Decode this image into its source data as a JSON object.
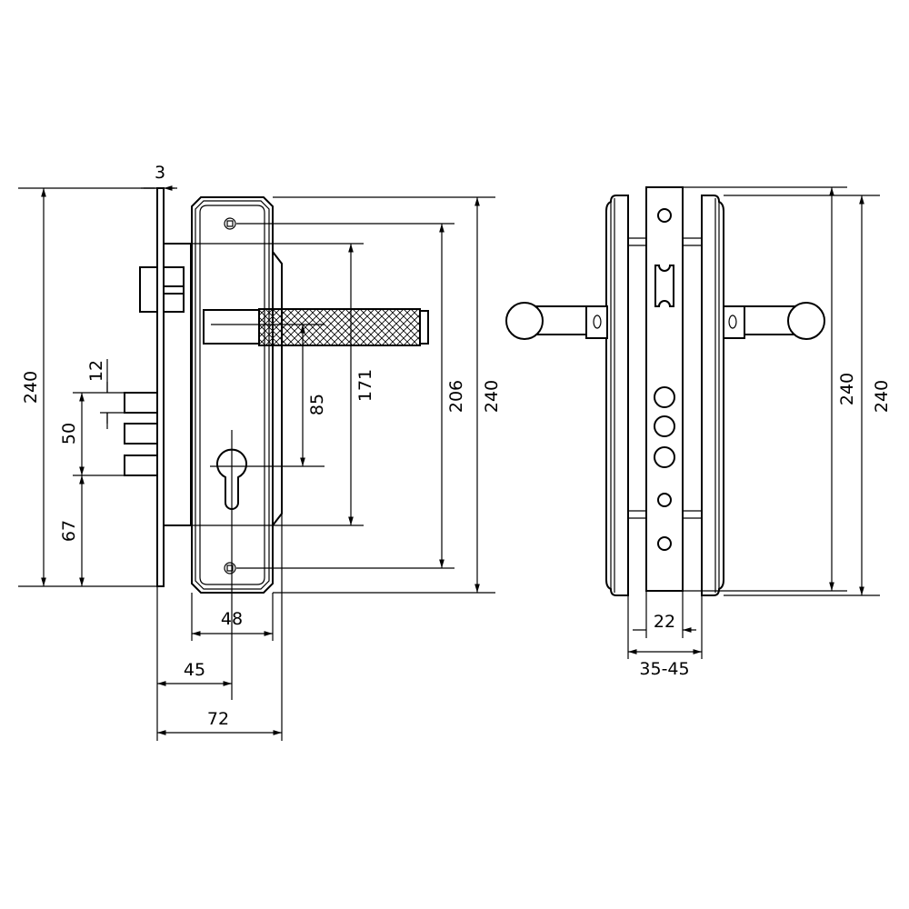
{
  "front_view": {
    "dims": {
      "overall_height": "240",
      "faceplate_thickness": "3",
      "bolt_height": "12",
      "bolt_span": "50",
      "bolt_offset": "67",
      "handle_to_cylinder": "85",
      "body_height": "171",
      "screw_spacing": "206",
      "escutcheon_height": "240",
      "escutcheon_width": "48",
      "backset": "45",
      "depth": "72"
    }
  },
  "side_view": {
    "dims": {
      "plate_height": "240",
      "escutcheon_height": "240",
      "plate_width": "22",
      "door_thickness": "35-45"
    }
  },
  "colors": {
    "line": "#000000",
    "background": "#ffffff"
  }
}
